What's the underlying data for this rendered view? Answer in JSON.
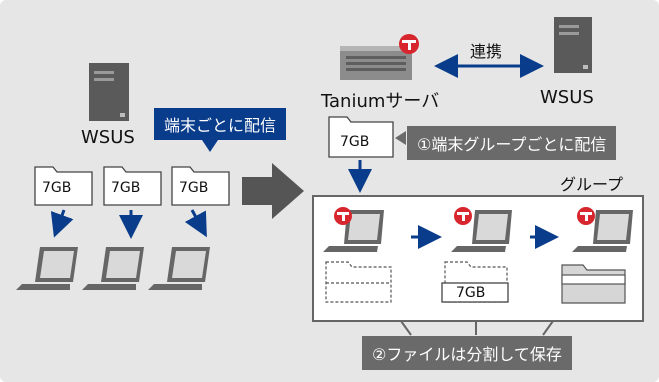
{
  "left": {
    "server_label": "WSUS",
    "callout": "端末ごとに配信",
    "folder_labels": [
      "7GB",
      "7GB",
      "7GB"
    ]
  },
  "right": {
    "tanium_label": "Taniumサーバ",
    "wsus_label": "WSUS",
    "link_label": "連携",
    "source_folder_label": "7GB",
    "step1": "①端末グループごとに配信",
    "group_label": "グループ",
    "middle_folder_label": "7GB",
    "step2": "②ファイルは分割して保存"
  },
  "colors": {
    "background": "#e6e6e6",
    "accent_blue": "#0a3c8c",
    "gray_tag": "#6a6a6a",
    "tanium_red": "#d7262d"
  }
}
